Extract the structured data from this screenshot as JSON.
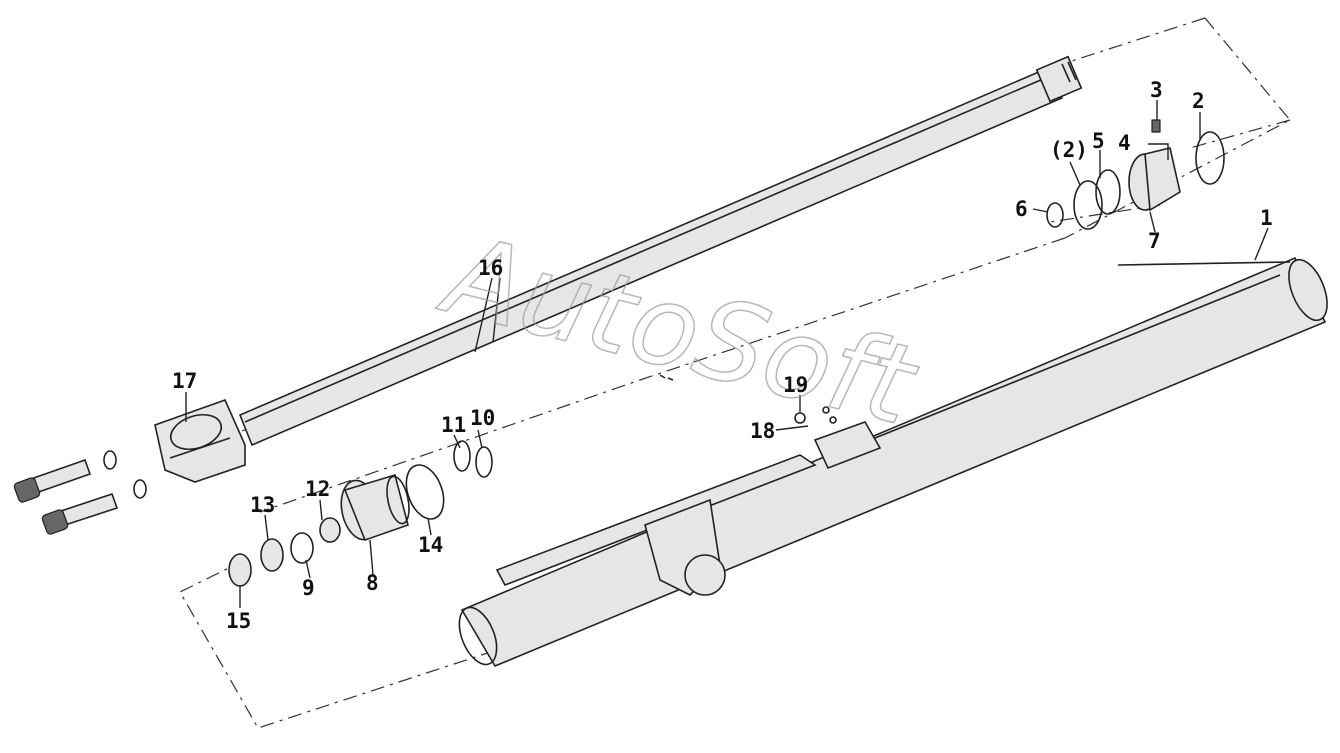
{
  "watermark": "AutoSoft",
  "callouts": {
    "c1": "1",
    "c2": "2",
    "c2b": "(2)",
    "c3": "3",
    "c4": "4",
    "c5": "5",
    "c6": "6",
    "c7": "7",
    "c8": "8",
    "c9": "9",
    "c10": "10",
    "c11": "11",
    "c12": "12",
    "c13": "13",
    "c14": "14",
    "c15": "15",
    "c16": "16",
    "c17": "17",
    "c18": "18",
    "c19": "19"
  }
}
